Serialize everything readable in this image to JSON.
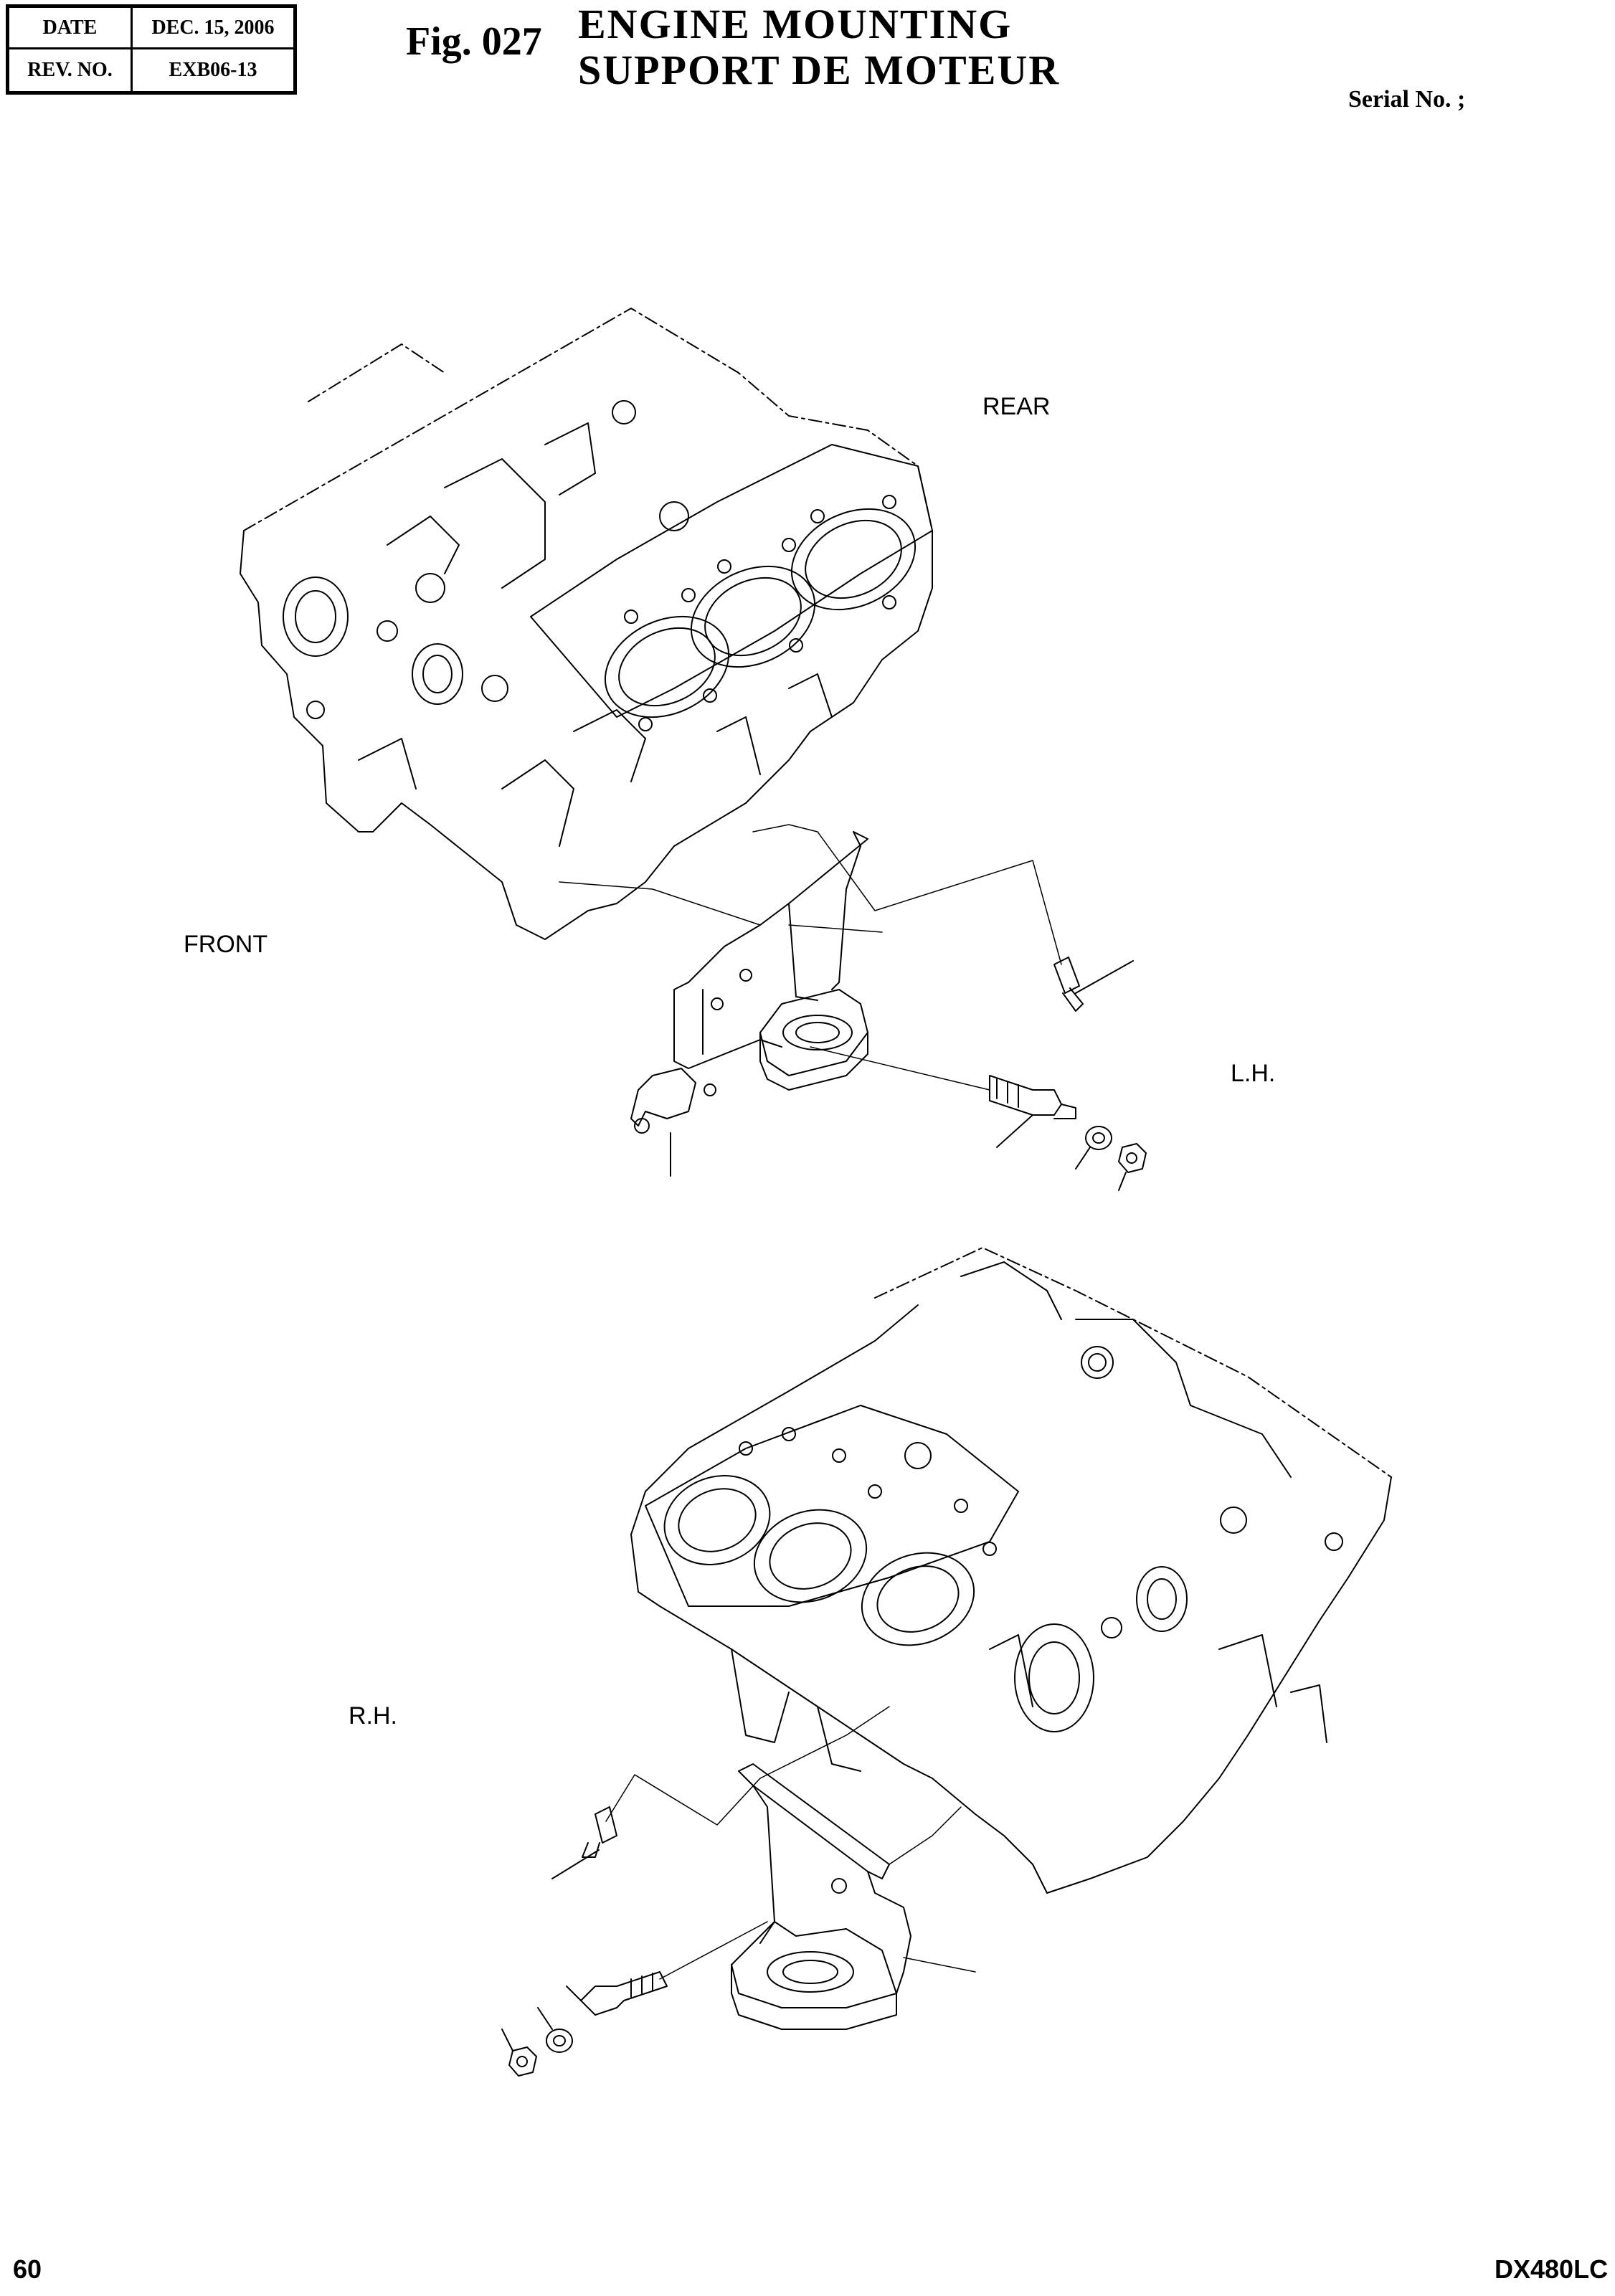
{
  "header": {
    "date_label": "DATE",
    "date_value": "DEC. 15, 2006",
    "rev_label": "REV. NO.",
    "rev_value": "EXB06-13"
  },
  "figure": {
    "number": "Fig. 027",
    "title_en": "ENGINE  MOUNTING",
    "title_fr": "SUPPORT  DE  MOTEUR",
    "serial": "Serial No. ;"
  },
  "views": {
    "rear": "REAR",
    "front": "FRONT",
    "left_hand": "L.H.",
    "right_hand": "R.H."
  },
  "footer": {
    "page_number": "60",
    "model": "DX480LC"
  }
}
